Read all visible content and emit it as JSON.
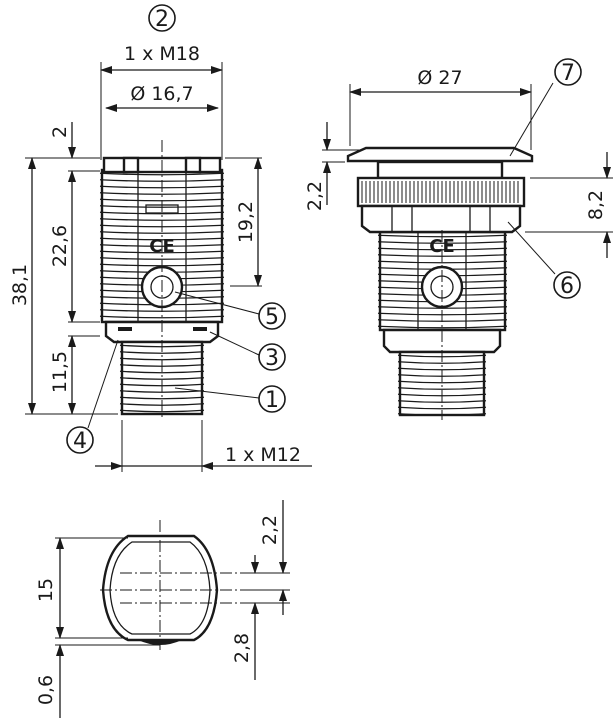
{
  "side_view": {
    "thread_label": "1 x M18",
    "diameter_label": "Ø 16,7",
    "total_length": "38,1",
    "thread_length": "22,6",
    "top_offset": "2",
    "connector_length": "11,5",
    "optical_axis": "19,2",
    "connector_thread": "1 x M12",
    "ce_mark": "CE"
  },
  "mounted_view": {
    "flange_diameter": "Ø 27",
    "flange_thickness": "2,2",
    "nut_height": "8,2",
    "ce_mark": "CE"
  },
  "bottom_view": {
    "height": "15",
    "bottom_offset": "0,6",
    "top_offset": "2,2",
    "axis_offset": "2,8"
  },
  "callouts": [
    "1",
    "2",
    "3",
    "4",
    "5",
    "6",
    "7"
  ],
  "colors": {
    "line": "#1a1a1a",
    "background": "#ffffff"
  }
}
